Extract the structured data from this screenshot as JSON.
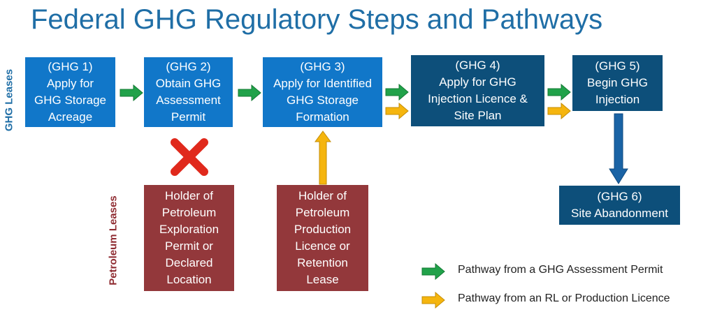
{
  "title": "Federal GHG Regulatory Steps and Pathways",
  "row_labels": {
    "ghg": "GHG Leases",
    "petroleum": "Petroleum Leases"
  },
  "steps": {
    "ghg1": {
      "id": "(GHG 1)",
      "text": "Apply for\nGHG Storage\nAcreage"
    },
    "ghg2": {
      "id": "(GHG 2)",
      "text": "Obtain GHG\nAssessment\nPermit"
    },
    "ghg3": {
      "id": "(GHG 3)",
      "text": "Apply for Identified\nGHG Storage\nFormation"
    },
    "ghg4": {
      "id": "(GHG 4)",
      "text": "Apply for GHG\nInjection Licence &\nSite Plan"
    },
    "ghg5": {
      "id": "(GHG 5)",
      "text": "Begin GHG\nInjection"
    },
    "ghg6": {
      "id": "(GHG 6)",
      "text": "Site Abandonment"
    }
  },
  "holders": {
    "exploration": "Holder of\nPetroleum\nExploration\nPermit or\nDeclared\nLocation",
    "production": "Holder of\nPetroleum\nProduction\nLicence or\nRetention\nLease"
  },
  "legend": {
    "green": "Pathway from a GHG Assessment Permit",
    "yellow": "Pathway from an RL or Production Licence"
  },
  "colors": {
    "title": "#1f6ea6",
    "step_blue": "#1177c9",
    "step_navy": "#0d4f7a",
    "holder_maroon": "#93383b",
    "green_arrow": "#21a24a",
    "yellow_arrow": "#f5b50e",
    "cross": "#e0291c"
  },
  "icons": [
    "green-arrow-icon",
    "yellow-arrow-icon",
    "red-cross-icon",
    "blue-down-arrow-icon"
  ]
}
